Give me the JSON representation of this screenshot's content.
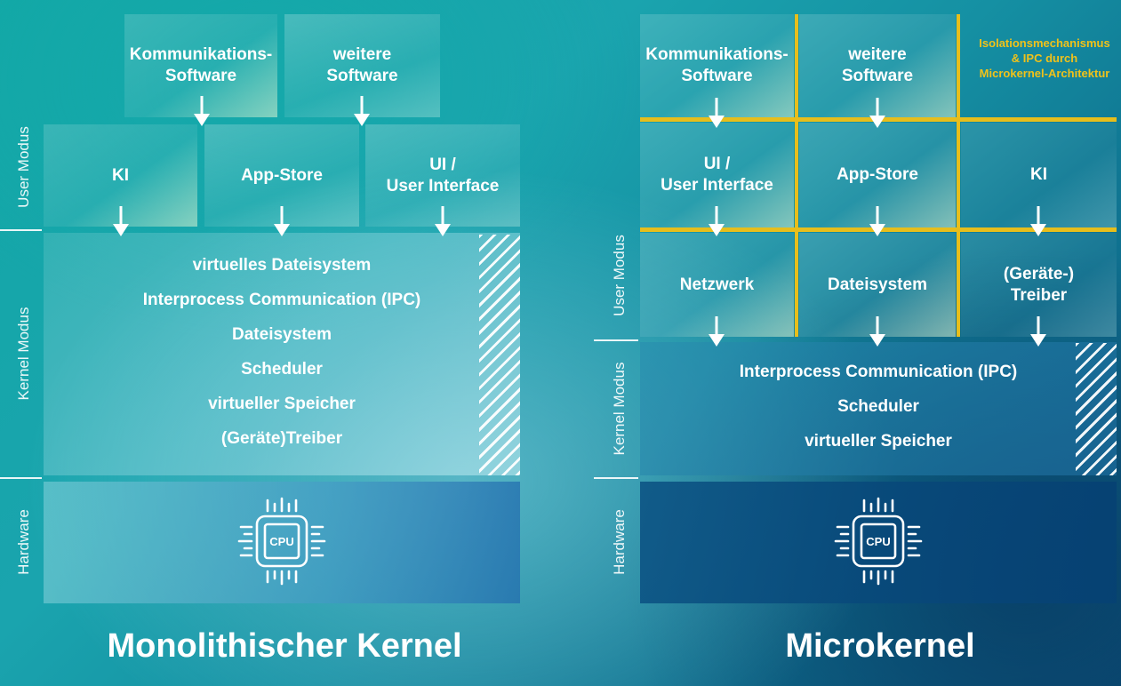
{
  "layers": {
    "user": "User Modus",
    "kernel": "Kernel Modus",
    "hardware": "Hardware"
  },
  "cpu_label": "CPU",
  "monolithic": {
    "title": "Monolithischer Kernel",
    "top_boxes": [
      [
        "Kommunikations-",
        "Software"
      ],
      [
        "weitere",
        "Software"
      ]
    ],
    "user_boxes": [
      [
        "KI"
      ],
      [
        "App-Store"
      ],
      [
        "UI /",
        "User Interface"
      ]
    ],
    "kernel_items": [
      "virtuelles Dateisystem",
      "Interprocess Communication (IPC)",
      "Dateisystem",
      "Scheduler",
      "virtueller Speicher",
      "(Geräte)Treiber"
    ]
  },
  "microkernel": {
    "title": "Microkernel",
    "isolation_note": [
      "Isolationsmechanismus",
      "& IPC durch",
      "Microkernel-Architektur"
    ],
    "row1": [
      [
        "Kommunikations-",
        "Software"
      ],
      [
        "weitere",
        "Software"
      ]
    ],
    "row2": [
      [
        "UI /",
        "User Interface"
      ],
      [
        "App-Store"
      ],
      [
        "KI"
      ]
    ],
    "row3": [
      [
        "Netzwerk"
      ],
      [
        "Dateisystem"
      ],
      [
        "(Geräte-)",
        "Treiber"
      ]
    ],
    "kernel_items": [
      "Interprocess Communication (IPC)",
      "Scheduler",
      "virtueller Speicher"
    ]
  },
  "colors": {
    "isolation_gold": "#e7be1c",
    "text": "#ffffff"
  },
  "icons": {
    "arrow": "arrow-down-icon",
    "cpu": "cpu-chip-icon",
    "hatch": "hatched-stripe"
  }
}
